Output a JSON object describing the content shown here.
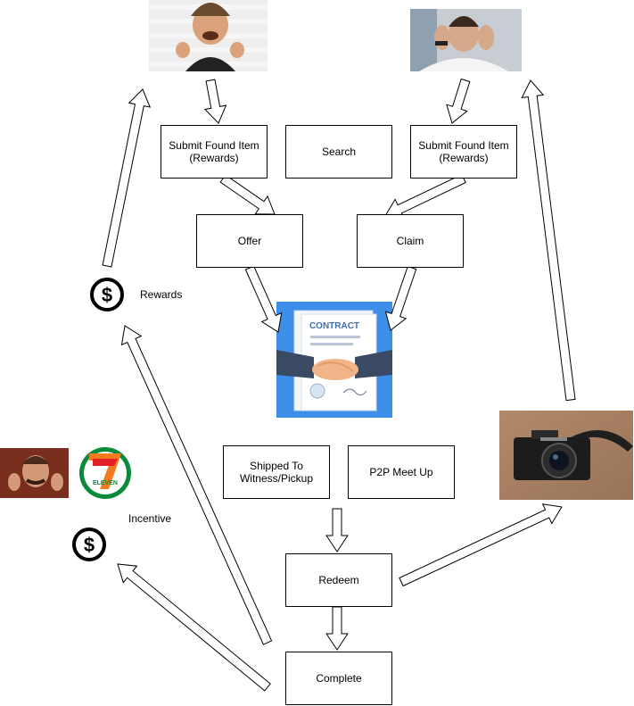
{
  "boxes": {
    "submit_left": "Submit Found Item\n(Rewards)",
    "search": "Search",
    "submit_right": "Submit Found Item\n(Rewards)",
    "offer": "Offer",
    "claim": "Claim",
    "shipped": "Shipped To\nWitness/Pickup",
    "p2p": "P2P Meet Up",
    "redeem": "Redeem",
    "complete": "Complete"
  },
  "labels": {
    "rewards": "Rewards",
    "incentive": "Incentive"
  },
  "images": {
    "contract_title": "CONTRACT",
    "seven_eleven_top": "7",
    "seven_eleven_text": "ELEVEN"
  },
  "icons": {
    "dollar_rewards": "dollar-coin-icon",
    "dollar_incentive": "dollar-coin-icon"
  },
  "colors": {
    "contract_bg": "#3d8ee8",
    "seven_green": "#0a8a3a",
    "seven_orange": "#f47b20",
    "seven_red": "#e32028"
  }
}
